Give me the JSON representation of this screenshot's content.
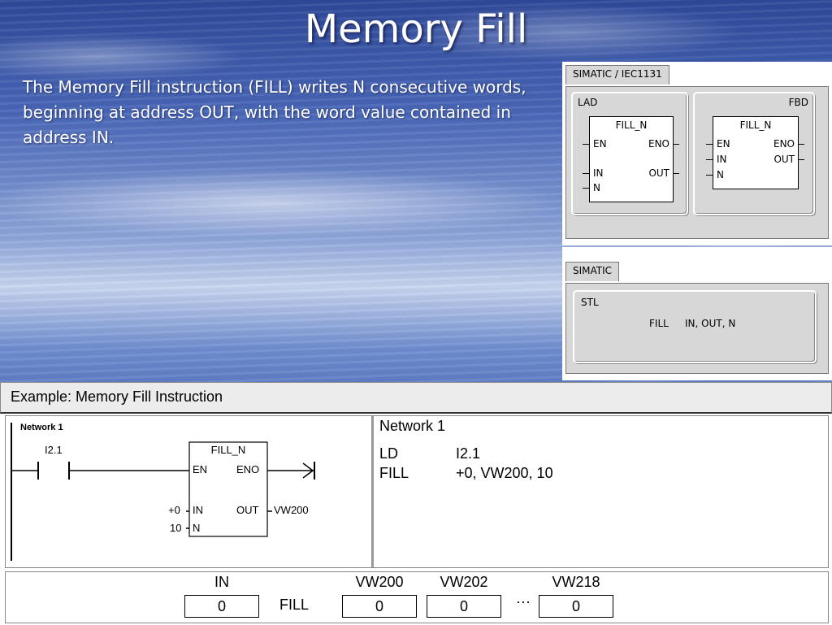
{
  "slide": {
    "title": "Memory Fill",
    "description": "The Memory Fill instruction (FILL) writes N consecutive words, beginning at address OUT, with the word value contained in address IN."
  },
  "simatic_iec": {
    "tab_label": "SIMATIC / IEC1131",
    "lad": {
      "label": "LAD",
      "block_name": "FILL_N",
      "pins": {
        "en": "EN",
        "eno": "ENO",
        "in": "IN",
        "out": "OUT",
        "n": "N"
      }
    },
    "fbd": {
      "label": "FBD",
      "block_name": "FILL_N",
      "pins": {
        "en": "EN",
        "eno": "ENO",
        "in": "IN",
        "out": "OUT",
        "n": "N"
      }
    }
  },
  "simatic": {
    "tab_label": "SIMATIC",
    "stl_label": "STL",
    "stl_instruction": "FILL",
    "stl_operands": "IN, OUT, N"
  },
  "example": {
    "title": "Example: Memory Fill Instruction",
    "ladder": {
      "network_label": "Network 1",
      "contact": "I2.1",
      "block_name": "FILL_N",
      "pin_en": "EN",
      "pin_eno": "ENO",
      "pin_in": "IN",
      "pin_out": "OUT",
      "pin_n": "N",
      "in_value": "+0",
      "n_value": "10",
      "out_address": "VW200"
    },
    "stl": {
      "network_label": "Network 1",
      "lines": [
        {
          "op": "LD",
          "operand": "I2.1"
        },
        {
          "op": "FILL",
          "operand": "+0, VW200, 10"
        }
      ]
    },
    "diagram": {
      "in_header": "IN",
      "in_value": "0",
      "fill_label": "FILL",
      "ellipsis": "···",
      "cells": [
        {
          "header": "VW200",
          "value": "0"
        },
        {
          "header": "VW202",
          "value": "0"
        },
        {
          "header": "VW218",
          "value": "0"
        }
      ]
    }
  }
}
